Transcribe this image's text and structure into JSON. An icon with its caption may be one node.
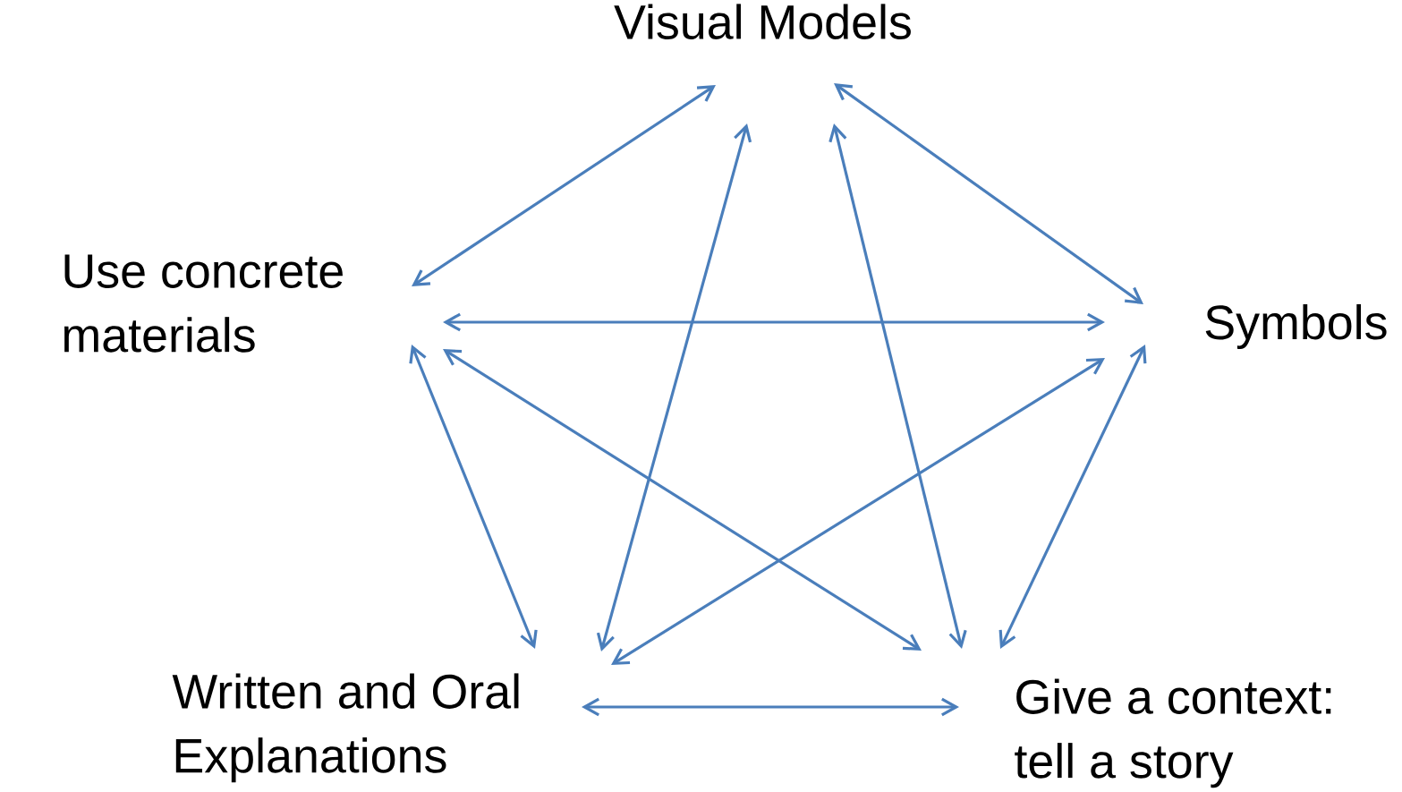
{
  "diagram": {
    "nodes": [
      {
        "text": [
          "Visual Models"
        ]
      },
      {
        "text": [
          "Use concrete materials"
        ]
      },
      {
        "text": [
          "Symbols"
        ]
      },
      {
        "text": [
          "Written and Oral Explanations"
        ]
      },
      {
        "text": [
          "Give a context: tell a story"
        ]
      }
    ],
    "edges": [
      {
        "from": 0,
        "to": 1,
        "arrow": "both"
      },
      {
        "from": 0,
        "to": 3,
        "arrow": "both"
      },
      {
        "from": 0,
        "to": 4,
        "arrow": "both"
      },
      {
        "from": 0,
        "to": 2,
        "arrow": "both"
      },
      {
        "from": 1,
        "to": 2,
        "arrow": "both"
      },
      {
        "from": 1,
        "to": 3,
        "arrow": "both"
      },
      {
        "from": 1,
        "to": 4,
        "arrow": "both"
      },
      {
        "from": 2,
        "to": 3,
        "arrow": "both"
      },
      {
        "from": 2,
        "to": 4,
        "arrow": "both"
      },
      {
        "from": 3,
        "to": 4,
        "arrow": "both"
      }
    ]
  }
}
